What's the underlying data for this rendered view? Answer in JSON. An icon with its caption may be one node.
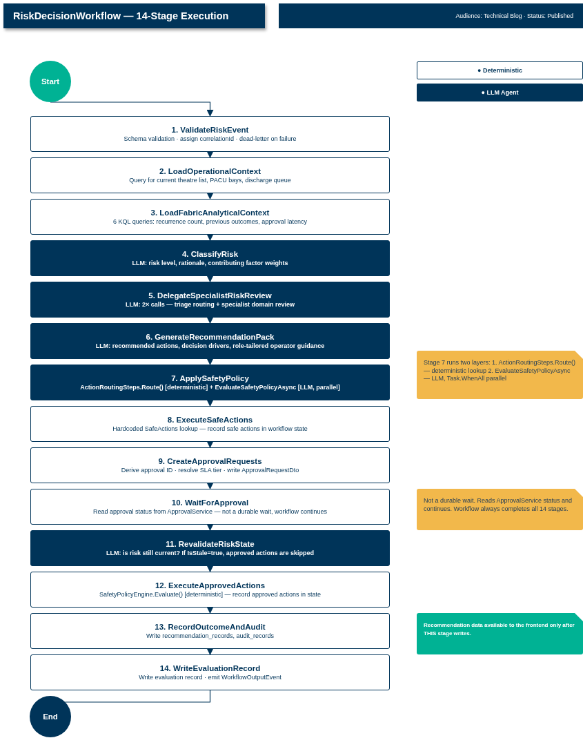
{
  "diagram": {
    "title": "RiskDecisionWorkflow — 14-Stage Execution",
    "nodes": [
      {
        "text": [
          "Start"
        ]
      },
      {
        "text": [
          "1. ValidateRiskEvent",
          "Schema validation · assign correlationId · dead-letter on failure"
        ]
      },
      {
        "text": [
          "2. LoadOperationalContext",
          "Query for current theatre list, PACU bays, discharge queue"
        ]
      },
      {
        "text": [
          "3. LoadFabricAnalyticalContext",
          "6 KQL queries: recurrence count, previous outcomes, approval latency"
        ]
      },
      {
        "text": [
          "4. ClassifyRisk",
          "LLM: risk level, rationale, contributing factor weights"
        ]
      },
      {
        "text": [
          "5. DelegateSpecialistRiskReview",
          "LLM: 2× calls — triage routing + specialist domain review"
        ]
      },
      {
        "text": [
          "6. GenerateRecommendationPack",
          "LLM: recommended actions, decision drivers, role-tailored operator guidance"
        ]
      },
      {
        "text": [
          "7. ApplySafetyPolicy",
          "ActionRoutingSteps.Route() [deterministic] + EvaluateSafetyPolicyAsync [LLM, parallel]"
        ]
      },
      {
        "text": [
          "8. ExecuteSafeActions",
          "Hardcoded SafeActions lookup — record safe actions in workflow state"
        ]
      },
      {
        "text": [
          "9. CreateApprovalRequests",
          "Derive approval ID · resolve SLA tier · write ApprovalRequestDto"
        ]
      },
      {
        "text": [
          "10. WaitForApproval",
          "Read approval status from ApprovalService — not a durable wait, workflow continues"
        ]
      },
      {
        "text": [
          "11. RevalidateRiskState",
          "LLM: is risk still current? If IsStale=true, approved actions are skipped"
        ]
      },
      {
        "text": [
          "12. ExecuteApprovedActions",
          "SafetyPolicyEngine.Evaluate() [deterministic] — record approved actions in state"
        ]
      },
      {
        "text": [
          "13. RecordOutcomeAndAudit",
          "Write recommendation_records, audit_records"
        ]
      },
      {
        "text": [
          "14. WriteEvaluationRecord",
          "Write evaluation record · emit WorkflowOutputEvent"
        ]
      },
      {
        "text": [
          "End"
        ]
      },
      {
        "text": [
          "Stage 7 runs two layers: 1. ActionRoutingSteps.Route() — deterministic lookup 2. EvaluateSafetyPolicyAsync — LLM, Task.WhenAll parallel"
        ]
      },
      {
        "text": [
          "Not a durable wait. Reads ApprovalService status and continues. Workflow always completes all 14 stages."
        ]
      },
      {
        "text": [
          "Recommendation data available to the frontend only after THIS stage writes."
        ]
      }
    ],
    "edges": [
      {
        "from": 0,
        "to": 1,
        "arrow": "to"
      },
      {
        "from": 1,
        "to": 2,
        "arrow": "to"
      },
      {
        "from": 2,
        "to": 3,
        "arrow": "to"
      },
      {
        "from": 3,
        "to": 4,
        "arrow": "to"
      },
      {
        "from": 4,
        "to": 5,
        "arrow": "to"
      },
      {
        "from": 5,
        "to": 6,
        "arrow": "to"
      },
      {
        "from": 6,
        "to": 7,
        "arrow": "to"
      },
      {
        "from": 7,
        "to": 8,
        "arrow": "to"
      },
      {
        "from": 8,
        "to": 9,
        "arrow": "to"
      },
      {
        "from": 9,
        "to": 10,
        "arrow": "to"
      },
      {
        "from": 10,
        "to": 11,
        "arrow": "to"
      },
      {
        "from": 11,
        "to": 12,
        "arrow": "to"
      },
      {
        "from": 12,
        "to": 13,
        "arrow": "to"
      },
      {
        "from": 13,
        "to": 14,
        "arrow": "to"
      },
      {
        "from": 14,
        "to": 15,
        "arrow": "none"
      }
    ],
    "labels": [
      "Audience: Technical Blog · Status: Published"
    ],
    "legend": [
      {
        "text": "● Deterministic",
        "color": "#ffffff"
      },
      {
        "text": "● LLM Agent",
        "color": "#003459"
      }
    ]
  }
}
